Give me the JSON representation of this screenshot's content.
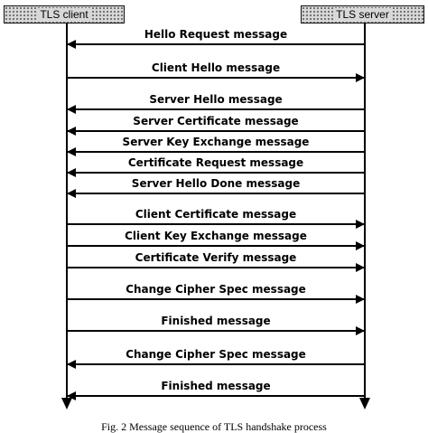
{
  "actors": {
    "client": "TLS client",
    "server": "TLS server"
  },
  "messages": [
    {
      "label": "Hello Request message",
      "direction": "server-to-client"
    },
    {
      "label": "Client Hello message",
      "direction": "client-to-server"
    },
    {
      "label": "Server Hello message",
      "direction": "server-to-client"
    },
    {
      "label": "Server Certificate message",
      "direction": "server-to-client"
    },
    {
      "label": "Server Key Exchange message",
      "direction": "server-to-client"
    },
    {
      "label": "Certificate Request message",
      "direction": "server-to-client"
    },
    {
      "label": "Server Hello Done message",
      "direction": "server-to-client"
    },
    {
      "label": "Client Certificate message",
      "direction": "client-to-server"
    },
    {
      "label": "Client Key Exchange message",
      "direction": "client-to-server"
    },
    {
      "label": "Certificate Verify message",
      "direction": "client-to-server"
    },
    {
      "label": "Change Cipher Spec message",
      "direction": "client-to-server"
    },
    {
      "label": "Finished message",
      "direction": "client-to-server"
    },
    {
      "label": "Change Cipher Spec message",
      "direction": "server-to-client"
    },
    {
      "label": "Finished message",
      "direction": "server-to-client"
    }
  ],
  "caption": "Fig. 2    Message sequence of TLS handshake process"
}
